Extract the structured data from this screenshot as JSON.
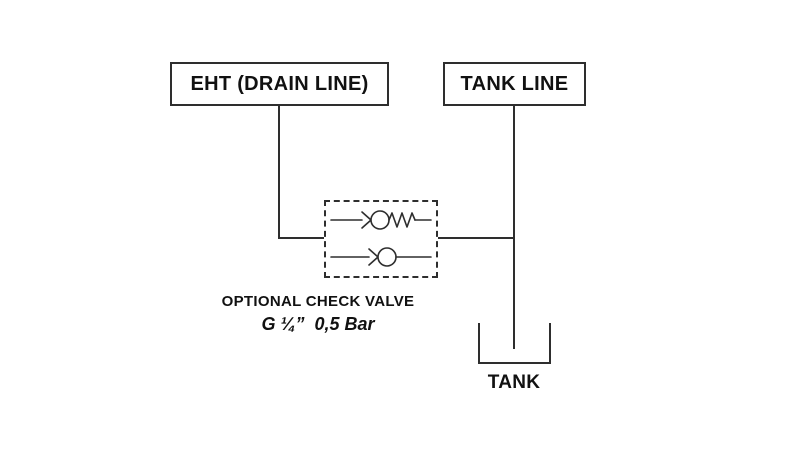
{
  "diagram": {
    "eht_box": {
      "label": "EHT (DRAIN LINE)"
    },
    "tank_line_box": {
      "label": "TANK LINE"
    },
    "check_valve": {
      "caption": "OPTIONAL CHECK VALVE",
      "spec": "G ¼”  0,5 Bar",
      "icons": [
        "spring-check-valve-icon",
        "check-valve-icon"
      ]
    },
    "tank": {
      "label": "TANK"
    },
    "colors": {
      "background": "#ffffff",
      "line": "#2e2e2e",
      "text": "#111111"
    }
  }
}
